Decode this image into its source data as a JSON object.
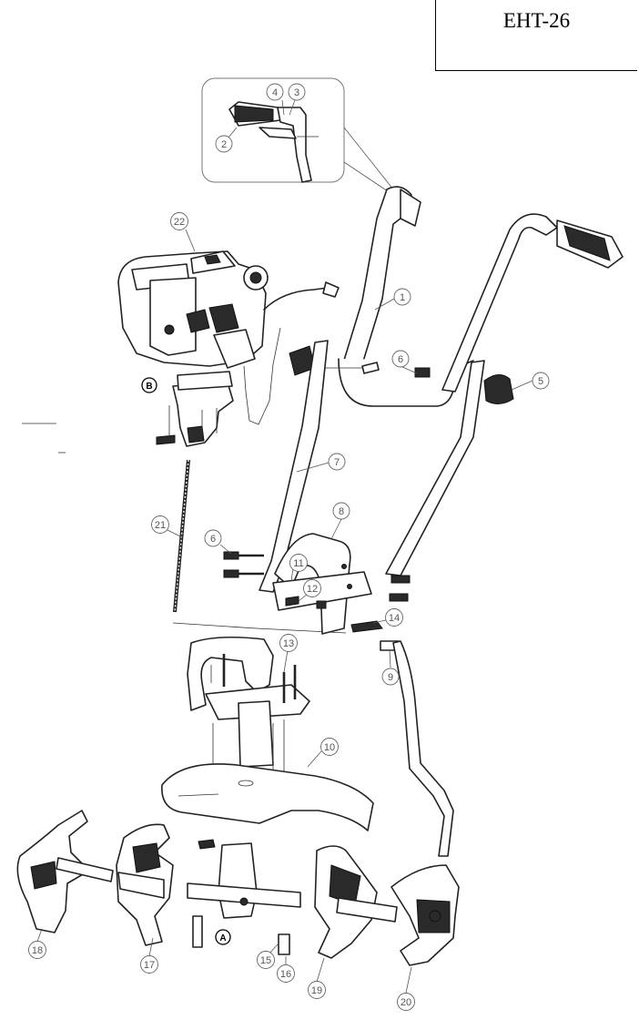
{
  "title": "EHT-26",
  "callouts": [
    {
      "label": "1"
    },
    {
      "label": "2"
    },
    {
      "label": "3"
    },
    {
      "label": "4"
    },
    {
      "label": "5"
    },
    {
      "label": "6"
    },
    {
      "label": "6"
    },
    {
      "label": "7"
    },
    {
      "label": "8"
    },
    {
      "label": "9"
    },
    {
      "label": "10"
    },
    {
      "label": "11"
    },
    {
      "label": "12"
    },
    {
      "label": "13"
    },
    {
      "label": "14"
    },
    {
      "label": "15"
    },
    {
      "label": "16"
    },
    {
      "label": "17"
    },
    {
      "label": "18"
    },
    {
      "label": "19"
    },
    {
      "label": "20"
    },
    {
      "label": "21"
    },
    {
      "label": "22"
    }
  ],
  "letter_markers": [
    {
      "label": "A"
    },
    {
      "label": "B"
    }
  ]
}
